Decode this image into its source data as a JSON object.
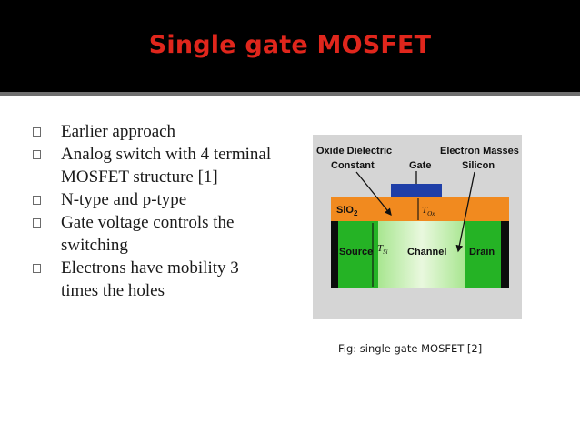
{
  "slide": {
    "title": "Single gate MOSFET",
    "bullets": [
      "Earlier approach",
      "Analog switch with 4 terminal MOSFET structure [1]",
      "N-type and p-type",
      "Gate voltage controls the switching",
      "Electrons have mobility 3 times the holes"
    ]
  },
  "figure": {
    "caption": "Fig: single gate MOSFET [2]",
    "labels": {
      "oxide_line1": "Oxide Dielectric",
      "oxide_line2": "Constant",
      "gate": "Gate",
      "electron_line1": "Electron Masses in",
      "electron_line2": "Silicon",
      "sio2": "SiO",
      "sio2_sub": "2",
      "tox": "T",
      "tox_sub": "Ox",
      "source": "Source",
      "tsi": "T",
      "tsi_sub": "Si",
      "channel": "Channel",
      "drain": "Drain"
    }
  },
  "colors": {
    "title_bar": "#000000",
    "title_text": "#e0261c",
    "figure_background": "#d5d5d5",
    "gate": "#1f3fa8",
    "oxide": "#f18a1f",
    "source_drain": "#25b325",
    "channel": "#d8f2c4",
    "side_contacts": "#0c0c0c"
  }
}
